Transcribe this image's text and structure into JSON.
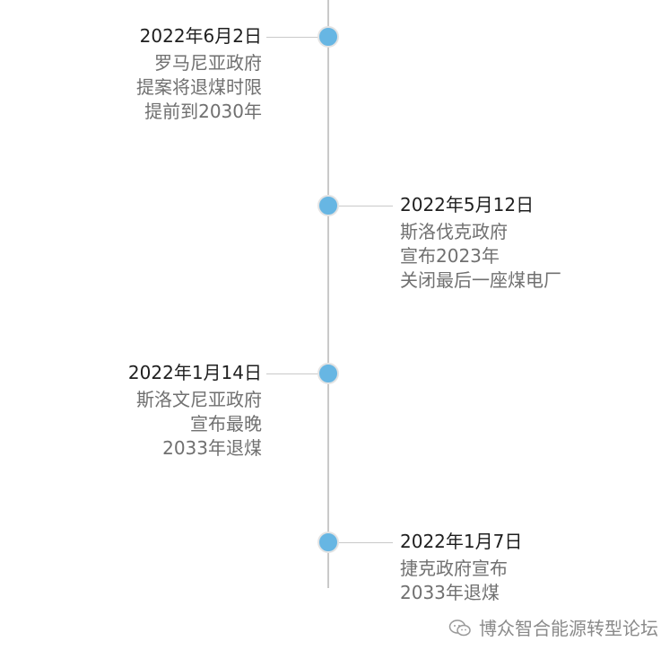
{
  "timeline": {
    "events": [
      {
        "date": "2022年6月2日",
        "lines": [
          "罗马尼亚政府",
          "提案将退煤时限",
          "提前到2030年"
        ]
      },
      {
        "date": "2022年5月12日",
        "lines": [
          "斯洛伐克政府",
          "宣布2023年",
          "关闭最后一座煤电厂"
        ]
      },
      {
        "date": "2022年1月14日",
        "lines": [
          "斯洛文尼亚政府",
          "宣布最晚",
          "2033年退煤"
        ]
      },
      {
        "date": "2022年1月7日",
        "lines": [
          "捷克政府宣布",
          "2033年退煤"
        ]
      }
    ]
  },
  "watermark": {
    "text": "博众智合能源转型论坛",
    "icon": "wechat-icon"
  },
  "colors": {
    "dot": "#67b6e3",
    "axis": "#c9c9c9",
    "date_text": "#1f1f1f",
    "desc_text": "#707070"
  }
}
